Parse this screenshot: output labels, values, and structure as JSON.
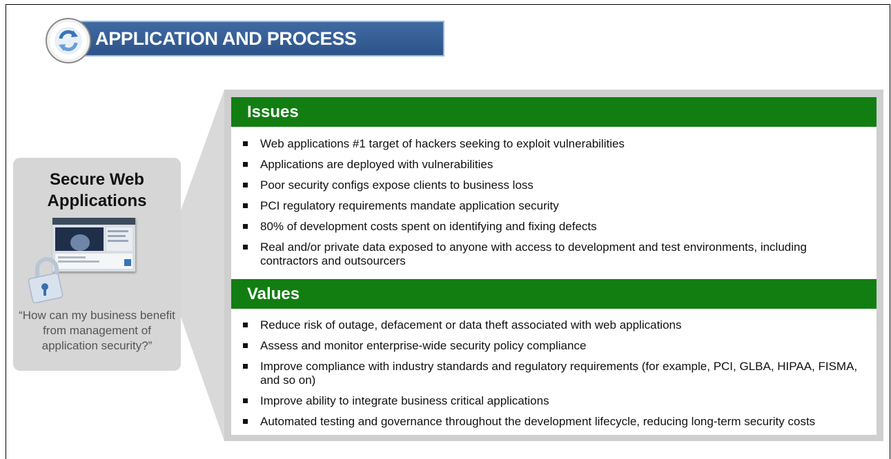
{
  "header": {
    "title": "APPLICATION AND PROCESS",
    "icon": "refresh-cycle-icon"
  },
  "callout": {
    "title_line1": "Secure Web",
    "title_line2": "Applications",
    "quote": "“How can my business benefit from management of application security?”"
  },
  "issues": {
    "heading": "Issues",
    "items": [
      "Web applications #1 target of hackers seeking to exploit vulnerabilities",
      "Applications are deployed with vulnerabilities",
      "Poor security configs expose clients to business loss",
      "PCI regulatory requirements mandate application security",
      "80% of development costs spent on identifying and fixing defects",
      "Real and/or private data exposed to anyone with access to development and test environments, including contractors and outsourcers"
    ]
  },
  "values": {
    "heading": "Values",
    "items": [
      "Reduce risk of outage, defacement or data theft associated with web applications",
      "Assess and monitor enterprise-wide security policy compliance",
      "Improve compliance with industry standards and regulatory requirements (for example, PCI, GLBA, HIPAA, FISMA, and so on)",
      "Improve ability to integrate business critical applications",
      "Automated testing and governance throughout the development lifecycle, reducing long-term security costs"
    ]
  },
  "colors": {
    "banner": "#2d5489",
    "section_bar": "#127e12",
    "panel": "#cfcfcf",
    "card": "#d6d6d6"
  }
}
